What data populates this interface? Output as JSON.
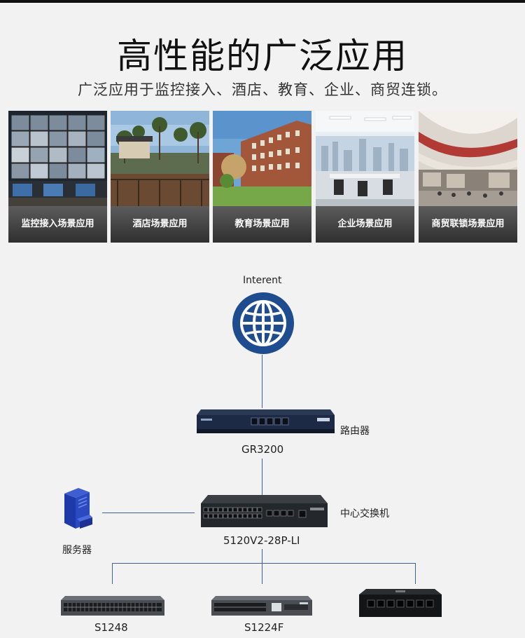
{
  "header": {
    "title": "高性能的广泛应用",
    "subtitle": "广泛应用于监控接入、酒店、教育、企业、商贸连锁。"
  },
  "scenarios": [
    {
      "label": "监控接入场景应用",
      "icon": "surveillance-room-photo"
    },
    {
      "label": "酒店场景应用",
      "icon": "hotel-photo"
    },
    {
      "label": "教育场景应用",
      "icon": "school-building-photo"
    },
    {
      "label": "企业场景应用",
      "icon": "office-photo"
    },
    {
      "label": "商贸联锁场景应用",
      "icon": "mall-photo"
    }
  ],
  "topology": {
    "internet_label": "Interent",
    "router": {
      "model": "GR3200",
      "role": "路由器"
    },
    "core_switch": {
      "model": "5120V2-28P-LI",
      "role": "中心交换机"
    },
    "server": {
      "role": "服务器"
    },
    "access_switches": [
      {
        "model": "S1248"
      },
      {
        "model": "S1224F"
      },
      {
        "model": ""
      }
    ],
    "line_color": "#3f5f9e",
    "globe_color": "#1f4b8f"
  }
}
